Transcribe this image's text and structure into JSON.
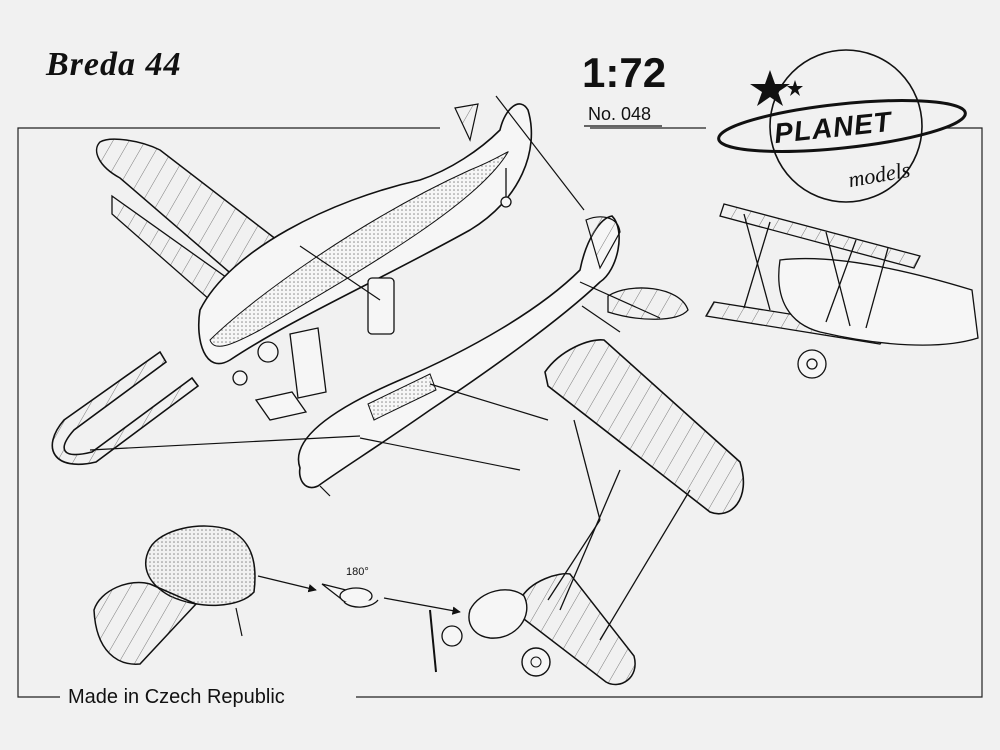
{
  "header": {
    "title": "Breda 44",
    "scale": "1:72",
    "kit_number": "No. 048"
  },
  "logo": {
    "brand": "PLANET",
    "brand_sub": "models",
    "icon": "planet-logo-icon"
  },
  "diagram": {
    "rotation_label": "180°"
  },
  "footer": {
    "origin": "Made in Czech Republic"
  },
  "colors": {
    "paper": "#f1f1f1",
    "ink": "#111111",
    "hatch": "#9a9a9a"
  }
}
